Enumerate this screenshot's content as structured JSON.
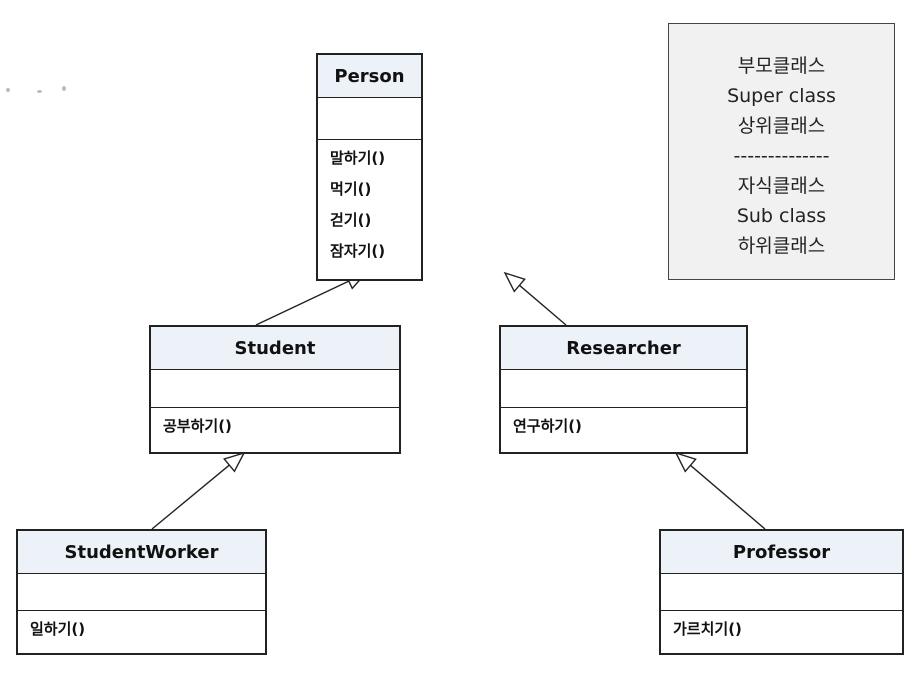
{
  "classes": {
    "person": {
      "name": "Person",
      "operations": [
        "말하기()",
        "먹기()",
        "걷기()",
        "잠자기()"
      ]
    },
    "student": {
      "name": "Student",
      "operations": [
        "공부하기()"
      ]
    },
    "researcher": {
      "name": "Researcher",
      "operations": [
        "연구하기()"
      ]
    },
    "studentworker": {
      "name": "StudentWorker",
      "operations": [
        "일하기()"
      ]
    },
    "professor": {
      "name": "Professor",
      "operations": [
        "가르치기()"
      ]
    }
  },
  "relations": [
    {
      "from": "student",
      "to": "person",
      "type": "generalization"
    },
    {
      "from": "researcher",
      "to": "person",
      "type": "generalization"
    },
    {
      "from": "studentworker",
      "to": "student",
      "type": "generalization"
    },
    {
      "from": "professor",
      "to": "researcher",
      "type": "generalization"
    }
  ],
  "legend": {
    "parent_ko": "부모클래스",
    "parent_en": "Super class",
    "parent_ko2": "상위클래스",
    "separator": "--------------",
    "child_ko": "자식클래스",
    "child_en": "Sub class",
    "child_ko2": "하위클래스"
  },
  "colors": {
    "header_fill": "#edf2f8",
    "legend_fill": "#f1f1f1",
    "line": "#222222"
  }
}
